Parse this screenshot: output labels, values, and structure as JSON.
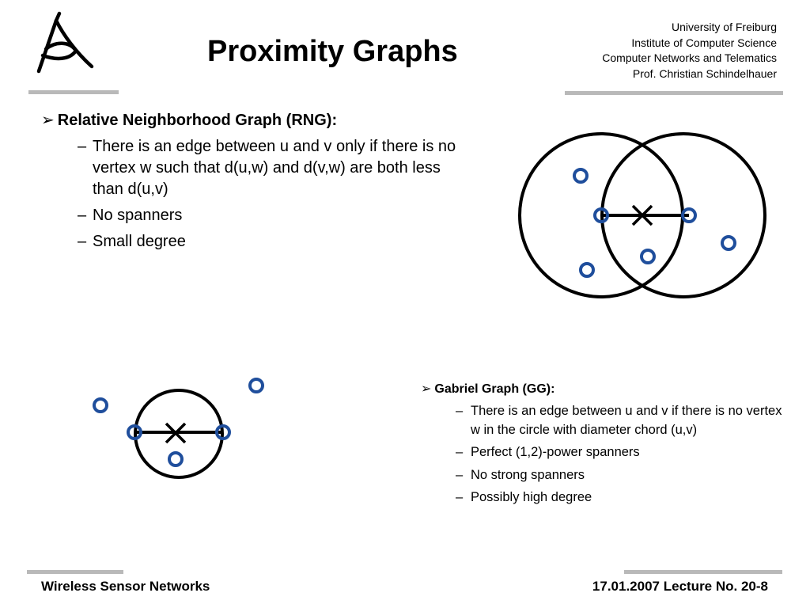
{
  "slide": {
    "title": "Proximity Graphs",
    "institution": [
      "University of Freiburg",
      "Institute of Computer Science",
      "Computer Networks and Telematics",
      "Prof. Christian Schindelhauer"
    ]
  },
  "rng": {
    "heading": "Relative Neighborhood Graph (RNG):",
    "points": [
      "There is an edge between u and v only if there is no vertex w such that d(u,w) and d(v,w) are both less than d(u,v)",
      "No spanners",
      "Small degree"
    ]
  },
  "gg": {
    "heading": "Gabriel Graph (GG):",
    "points": [
      "There is an edge between u and v if there is no vertex w in the circle with diameter chord (u,v)",
      "Perfect (1,2)-power spanners",
      "No strong spanners",
      "Possibly high degree"
    ]
  },
  "footer": {
    "course": "Wireless Sensor Networks",
    "lecture": "17.01.2007 Lecture No. 20-8"
  },
  "colors": {
    "vertex": "#1f4e9c",
    "rule": "#b9b9b9"
  }
}
